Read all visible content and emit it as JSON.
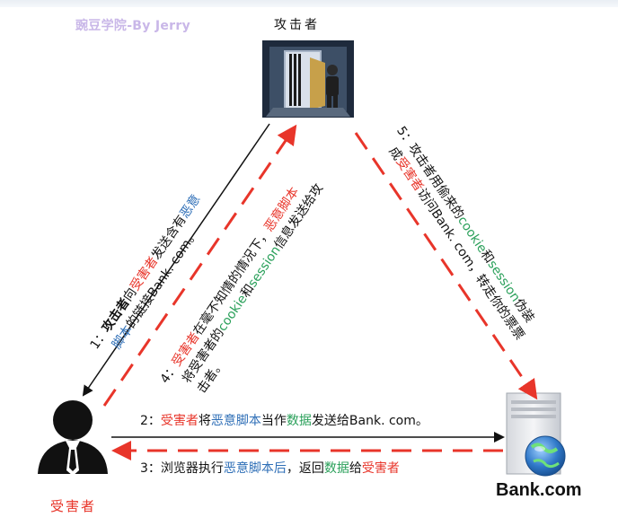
{
  "watermark": "豌豆学院-By Jerry",
  "nodes": {
    "attacker": "攻击者",
    "victim": "受害者",
    "bank": "Bank.com"
  },
  "steps": {
    "s1": {
      "num": "1：",
      "attacker": "攻击者",
      "to": "向",
      "victim": "受害者",
      "send": "发送含有",
      "malicious": "恶意",
      "script": "脚本",
      "link": "的链接Bank. com。"
    },
    "s2": {
      "num": "2：",
      "victim": "受害者",
      "will": "将",
      "script": "恶意脚本",
      "as": "当作",
      "data": "数据",
      "send": "发送给Bank. com。"
    },
    "s3": {
      "num": "3：",
      "browser": "浏览器执行",
      "script": "恶意脚本后",
      "ret": "，返回",
      "data": "数据",
      "to": "给",
      "victim": "受害者"
    },
    "s4": {
      "num": "4：",
      "victim": "受害者",
      "unaware": "在毫不知情的情况下，",
      "script": "恶意脚本",
      "will": "将",
      "victim2": "受害者",
      "of": "的",
      "cookie": "cookie",
      "and": "和",
      "session": "session",
      "info": "信息发送给攻",
      "end": "击者。"
    },
    "s5": {
      "num": "5：",
      "use": "攻击者用偷来的",
      "cookie": "cookie",
      "and": "和",
      "session": "session",
      "fake": "伪装",
      "become": "成",
      "victim": "受害者",
      "visit": "访问Bank. com，转走你的票票"
    }
  },
  "colors": {
    "red": "#e8352a",
    "blue": "#2f6fb7",
    "green": "#2aa05a",
    "black": "#111111"
  }
}
